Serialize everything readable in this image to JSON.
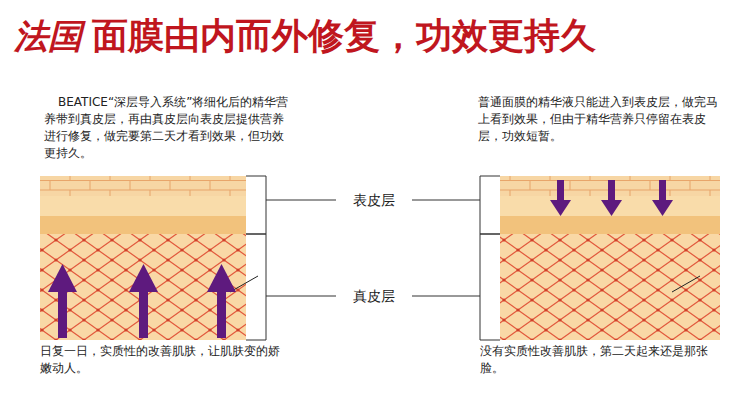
{
  "diagram": {
    "title": "面膜由内而外修复，功效更持久",
    "labels": [
      "法国",
      "BEATICE“深层导入系统”将细化后的精华营养带到真皮层，再由真皮层向表皮层提供营养进行修复，做完要第二天才看到效果，但功效更持久。",
      "普通面膜的精华液只能进入到表皮层，做完马上看到效果，但由于精华营养只停留在表皮层，功效短暂。",
      "表皮层",
      "真皮层",
      "日复一日，实质性的改善肌肤，让肌肤变的娇嫩动人。",
      "没有实质性改善肌肤，第二天起来还是那张脸。"
    ]
  }
}
